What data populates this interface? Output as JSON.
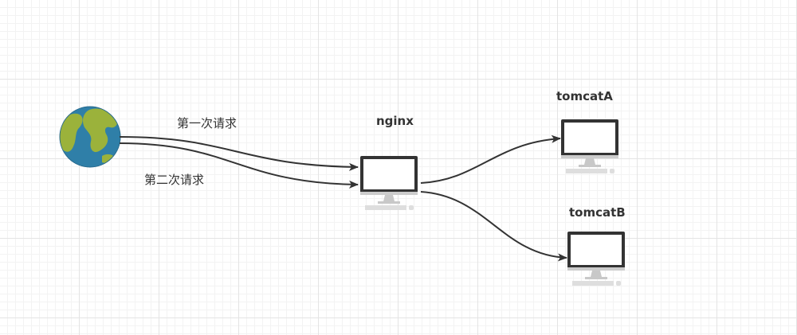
{
  "labels": {
    "first_request": "第一次请求",
    "second_request": "第二次请求",
    "nginx": "nginx",
    "tomcat_a": "tomcatA",
    "tomcat_b": "tomcatB"
  },
  "icons": {
    "client": "globe-icon",
    "nginx": "computer-icon",
    "tomcat_a": "computer-icon",
    "tomcat_b": "computer-icon"
  },
  "colors": {
    "line": "#333333",
    "globe_ocean": "#2f7fa8",
    "globe_land": "#9bb23b",
    "monitor_frame": "#333333",
    "monitor_stand": "#c8c8c8"
  }
}
